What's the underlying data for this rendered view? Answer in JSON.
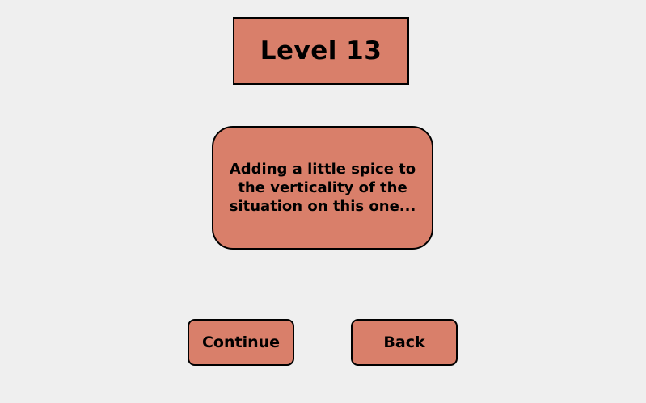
{
  "level": {
    "title": "Level 13"
  },
  "description": {
    "text": "Adding a little spice to the verticality of the situation on this one..."
  },
  "buttons": {
    "continue_label": "Continue",
    "back_label": "Back"
  },
  "colors": {
    "background": "#efefef",
    "panel": "#d97f6a",
    "border": "#000000"
  }
}
